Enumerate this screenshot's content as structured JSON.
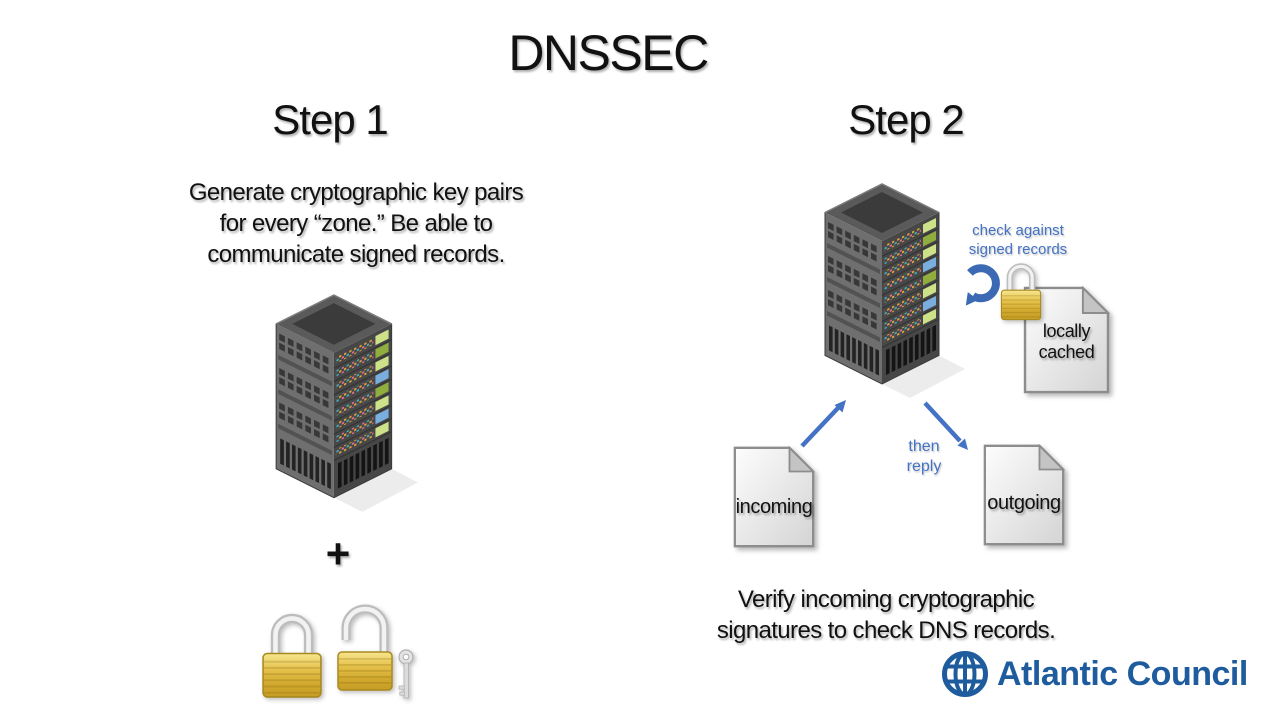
{
  "title": "DNSSEC",
  "step1": {
    "heading": "Step 1",
    "description": "Generate cryptographic key pairs\nfor every “zone.” Be able to\ncommunicate signed records.",
    "plus_sign": "+",
    "icons": [
      "server-tower-icon",
      "closed-padlock-icon",
      "open-padlock-icon",
      "key-icon"
    ]
  },
  "step2": {
    "heading": "Step 2",
    "check_label": "check against\nsigned records",
    "cached_doc_label": "locally\ncached",
    "incoming_doc_label": "incoming",
    "outgoing_doc_label": "outgoing",
    "reply_label": "then\nreply",
    "description": "Verify incoming cryptographic\nsignatures to check DNS records.",
    "icons": [
      "server-tower-icon",
      "curved-arrow-icon",
      "closed-padlock-icon",
      "document-icon",
      "up-right-arrow-icon",
      "down-right-arrow-icon"
    ]
  },
  "footer": {
    "logo_text": "Atlantic Council",
    "logo_icon": "globe-icon"
  },
  "colors": {
    "accent_blue": "#4472C4",
    "logo_blue": "#1E5C9E",
    "lock_gold": "#DDB93F",
    "server_gray_left": "#6F6F6F",
    "server_gray_right": "#474747",
    "document_gray": "#D6D6D6"
  }
}
